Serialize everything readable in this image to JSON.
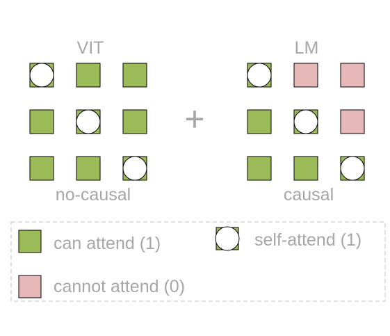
{
  "colors": {
    "attend": "#9bbb59",
    "no_attend": "#e6b9b8",
    "self_fill": "#ffffff",
    "border": "#000000",
    "text": "#a6a6a6",
    "legend_border": "#bfbfbf"
  },
  "plus_symbol": "+",
  "matrices": [
    {
      "title": "VIT",
      "caption": "no-causal",
      "cells": [
        [
          "self",
          "attend",
          "attend"
        ],
        [
          "attend",
          "self",
          "attend"
        ],
        [
          "attend",
          "attend",
          "self"
        ]
      ]
    },
    {
      "title": "LM",
      "caption": "causal",
      "cells": [
        [
          "self",
          "no_attend",
          "no_attend"
        ],
        [
          "attend",
          "self",
          "no_attend"
        ],
        [
          "attend",
          "attend",
          "self"
        ]
      ]
    }
  ],
  "legend": {
    "can_attend": "can attend (1)",
    "self_attend": "self-attend (1)",
    "cannot_attend": "cannot attend (0)"
  }
}
